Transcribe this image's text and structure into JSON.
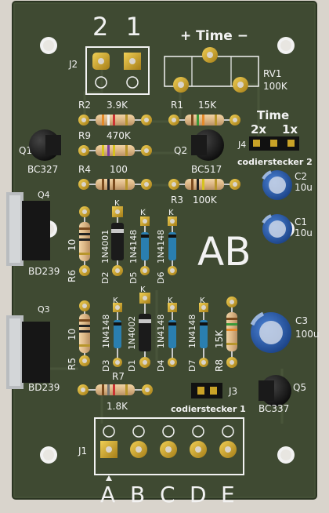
{
  "board": {
    "big_label": "AB",
    "header_numbers": "2 1",
    "time_pot_label": "+ Time −",
    "time_jumper_label": "Time",
    "time_2x": "2x",
    "time_1x": "1x",
    "codierstecker_2": "codierstecker 2",
    "codierstecker_1": "codierstecker 1",
    "connector_letters": [
      "A",
      "B",
      "C",
      "D",
      "E"
    ]
  },
  "refs": {
    "J1": "J1",
    "J2": "J2",
    "J3": "J3",
    "J4": "J4",
    "RV1": "RV1",
    "RV1_val": "100K",
    "R1": "R1",
    "R1_val": "15K",
    "R2": "R2",
    "R2_val": "3.9K",
    "R3": "R3",
    "R3_val": "100K",
    "R4": "R4",
    "R4_val": "100",
    "R5": "R5",
    "R5_val": "10",
    "R6": "R6",
    "R6_val": "10",
    "R7": "R7",
    "R7_val": "1.8K",
    "R8": "R8",
    "R8_val": "15K",
    "R9": "R9",
    "R9_val": "470K",
    "Q1": "Q1",
    "Q1_val": "BC327",
    "Q2": "Q2",
    "Q2_val": "BC517",
    "Q3": "Q3",
    "Q3_val": "BD239",
    "Q4": "Q4",
    "Q4_val": "BD239",
    "Q5": "Q5",
    "Q5_val": "BC337",
    "C1": "C1",
    "C1_val": "10u",
    "C2": "C2",
    "C2_val": "10u",
    "C3": "C3",
    "C3_val": "100u",
    "D1": "D1",
    "D1_val": "1N4002",
    "D2": "D2",
    "D2_val": "1N4001",
    "D3": "D3",
    "D3_val": "1N4148",
    "D4": "D4",
    "D4_val": "1N4148",
    "D5": "D5",
    "D5_val": "1N4148",
    "D6": "D6",
    "D6_val": "1N4148",
    "D7": "D7",
    "D7_val": "1N4148",
    "K": "K"
  },
  "colors": {
    "board": "#3f4a32",
    "board_edge": "#34402a",
    "silkscreen": "#f2f2f2",
    "pad_gold": "#c9a227",
    "resistor_body": "#d9b98a",
    "diode_blue": "#2a7fb0",
    "diode_black": "#1b1b1b",
    "cap_blue": "#2457a8"
  }
}
